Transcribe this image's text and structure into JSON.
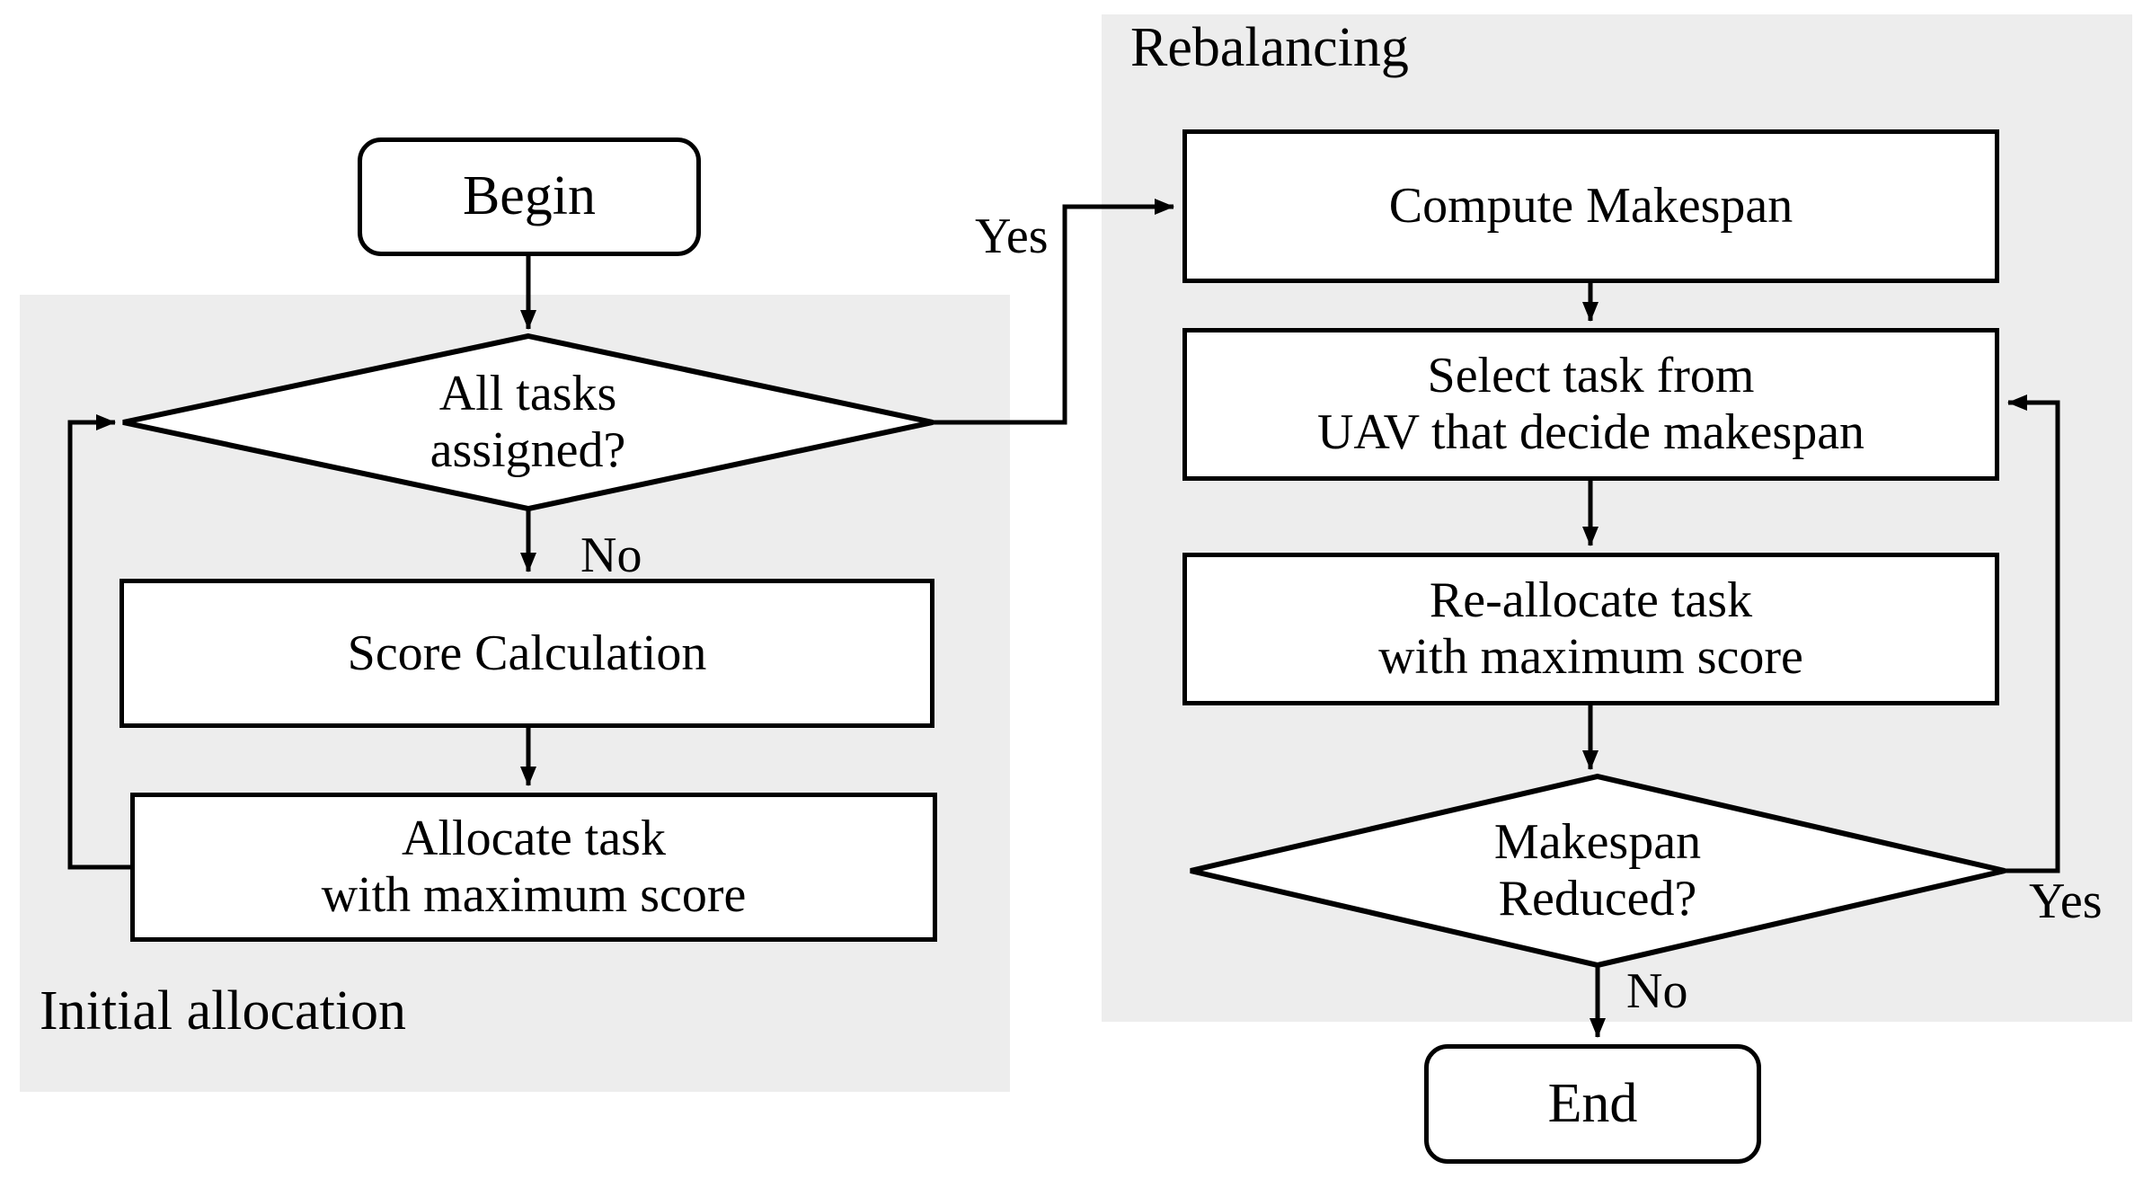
{
  "diagram": {
    "title": "Task allocation and rebalancing flowchart",
    "colors": {
      "panel_fill": "#ededed",
      "node_fill": "#ffffff",
      "stroke": "#000000",
      "background": "#ffffff"
    }
  },
  "panels": [
    {
      "id": "initial",
      "label": "Initial allocation",
      "label_position": "bottom-left"
    },
    {
      "id": "rebalancing",
      "label": "Rebalancing",
      "label_position": "top-left"
    }
  ],
  "nodes": [
    {
      "id": "begin",
      "type": "terminator",
      "label": "Begin"
    },
    {
      "id": "alltasks",
      "type": "decision",
      "label": "All tasks\nassigned?"
    },
    {
      "id": "score",
      "type": "process",
      "label": "Score Calculation"
    },
    {
      "id": "allocate",
      "type": "process",
      "label": "Allocate task\nwith maximum score"
    },
    {
      "id": "compute",
      "type": "process",
      "label": "Compute Makespan"
    },
    {
      "id": "select",
      "type": "process",
      "label": "Select task from\nUAV that decide makespan"
    },
    {
      "id": "realloc",
      "type": "process",
      "label": "Re-allocate task\nwith maximum score"
    },
    {
      "id": "makespan",
      "type": "decision",
      "label": "Makespan\nReduced?"
    },
    {
      "id": "end",
      "type": "terminator",
      "label": "End"
    }
  ],
  "edges": [
    {
      "from": "begin",
      "to": "alltasks",
      "label": ""
    },
    {
      "from": "alltasks",
      "to": "compute",
      "label": "Yes"
    },
    {
      "from": "alltasks",
      "to": "score",
      "label": "No"
    },
    {
      "from": "score",
      "to": "allocate",
      "label": ""
    },
    {
      "from": "allocate",
      "to": "alltasks",
      "label": ""
    },
    {
      "from": "compute",
      "to": "select",
      "label": ""
    },
    {
      "from": "select",
      "to": "realloc",
      "label": ""
    },
    {
      "from": "realloc",
      "to": "makespan",
      "label": ""
    },
    {
      "from": "makespan",
      "to": "select",
      "label": "Yes"
    },
    {
      "from": "makespan",
      "to": "end",
      "label": "No"
    }
  ],
  "edge_labels": {
    "yes_top": "Yes",
    "no_left": "No",
    "yes_right": "Yes",
    "no_bottom": "No"
  }
}
